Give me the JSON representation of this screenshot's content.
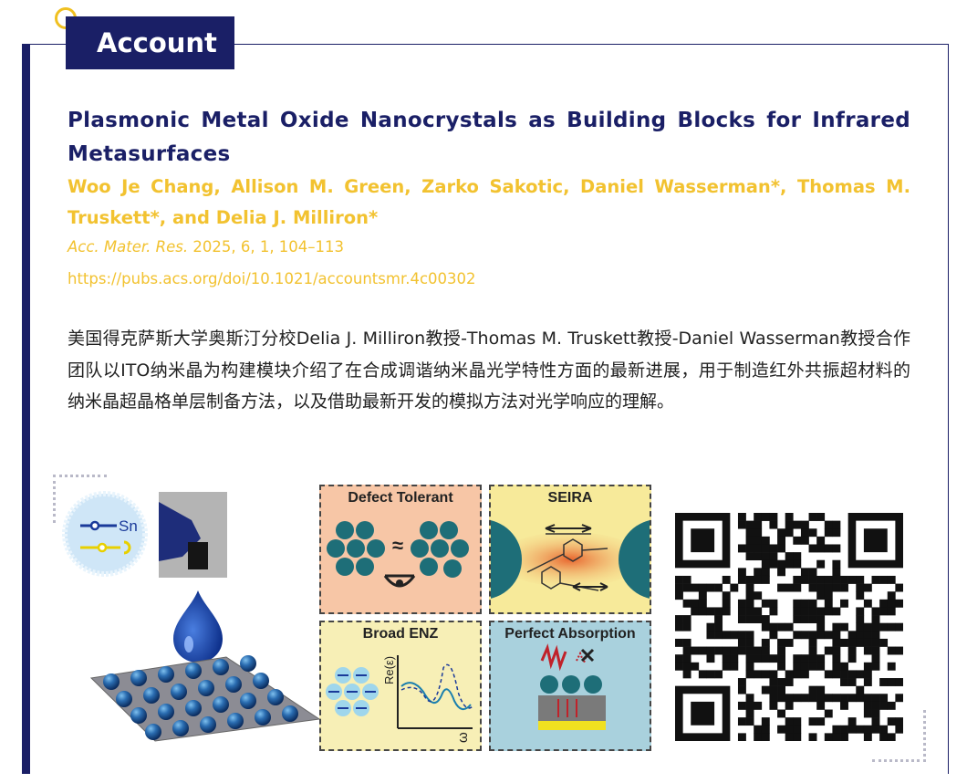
{
  "tag": {
    "label": "Account"
  },
  "article": {
    "title": "Plasmonic Metal Oxide Nanocrystals as Building Blocks for Infrared Metasurfaces",
    "authors": "Woo Je Chang, Allison M. Green, Zarko Sakotic, Daniel Wasserman*, Thomas M. Truskett*, and Delia J. Milliron*",
    "journal": "Acc. Mater. Res.",
    "citation_rest": " 2025, 6, 1, 104–113",
    "doi": "https://pubs.acs.org/doi/10.1021/accountsmr.4c00302"
  },
  "summary": "美国得克萨斯大学奥斯汀分校Delia J. Milliron教授-Thomas M. Truskett教授-Daniel Wasserman教授合作团队以ITO纳米晶为构建模块介绍了在合成调谐纳米晶光学特性方面的最新进展，用于制造红外共振超材料的纳米晶超晶格单层制备方法，以及借助最新开发的模拟方法对光学响应的理解。",
  "figure": {
    "ligand_label": "Sn",
    "panels": [
      {
        "title": "Defect Tolerant"
      },
      {
        "title": "SEIRA"
      },
      {
        "title": "Broad ENZ"
      },
      {
        "title": "Perfect Absorption"
      }
    ],
    "axis": {
      "y_label": "Re(ε)",
      "x_label": "ω"
    },
    "colors": {
      "navy": "#1a1f66",
      "accent": "#f2c230",
      "particle": "#1e6e78"
    }
  }
}
